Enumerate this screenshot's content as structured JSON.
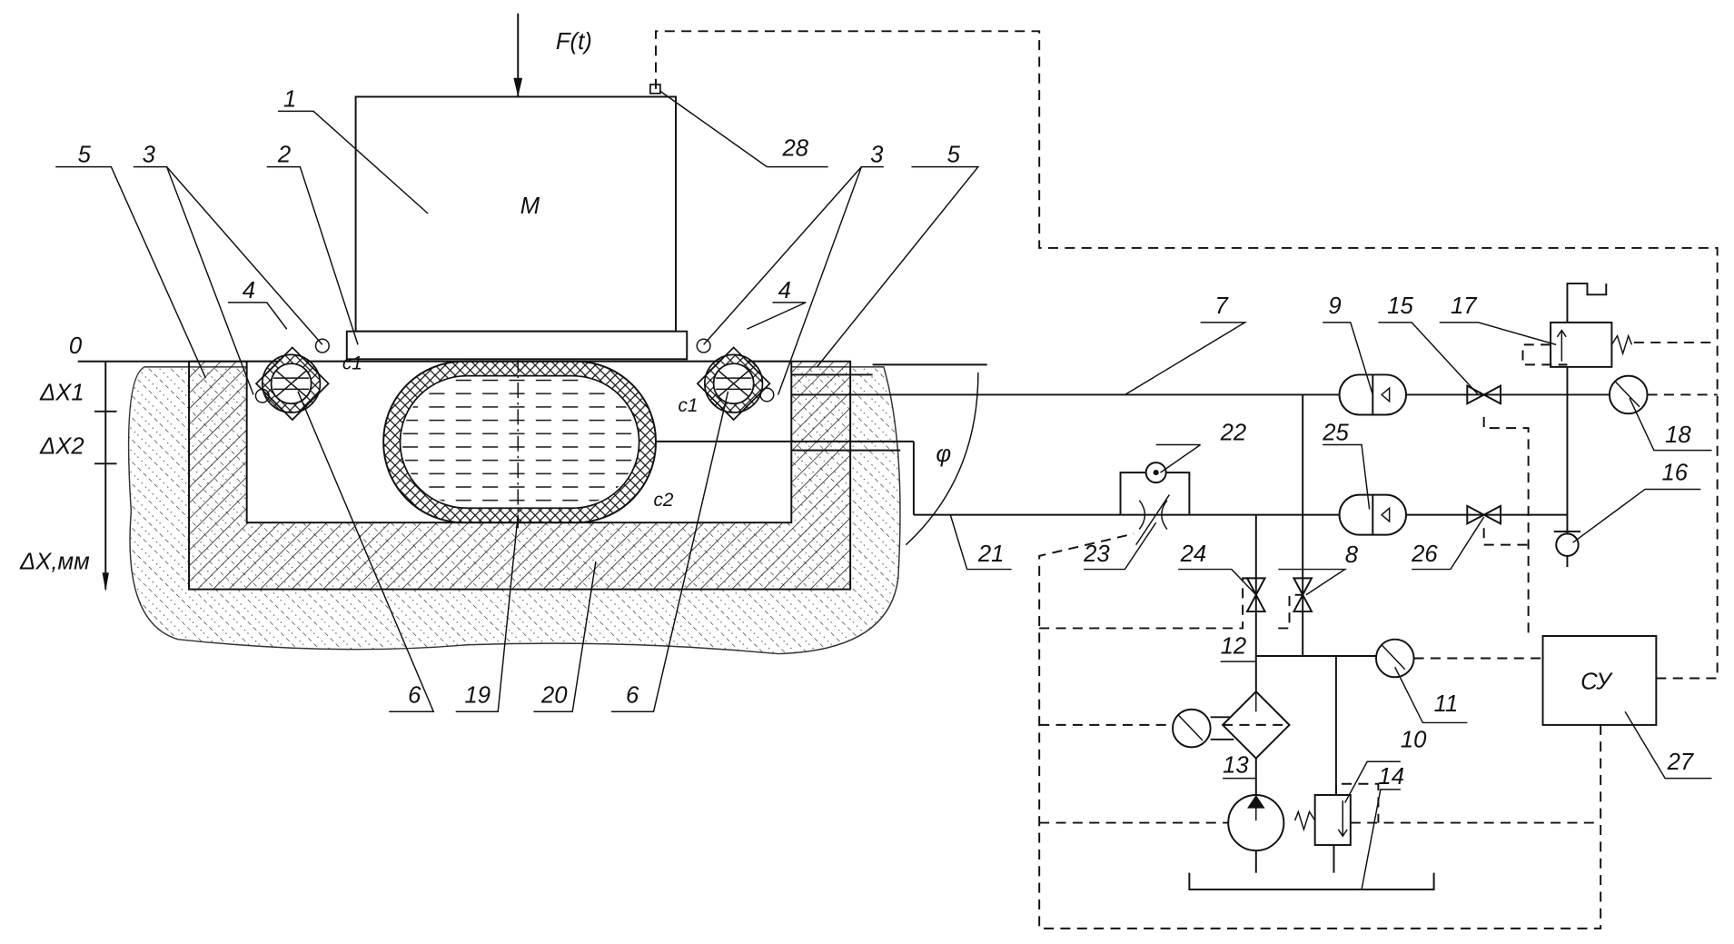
{
  "diagram": {
    "force_label": "F(t)",
    "mass_label": "M",
    "stiffness_c1": "c1",
    "stiffness_c2": "c2",
    "angle_label": "φ",
    "control_unit_label": "СУ",
    "axis": {
      "zero": "0",
      "dx1": "ΔX1",
      "dx2": "ΔX2",
      "dx": "ΔX,мм"
    },
    "callouts": [
      "1",
      "2",
      "3",
      "3",
      "4",
      "4",
      "5",
      "5",
      "6",
      "6",
      "7",
      "8",
      "9",
      "10",
      "11",
      "12",
      "13",
      "14",
      "15",
      "16",
      "17",
      "18",
      "19",
      "20",
      "21",
      "22",
      "23",
      "24",
      "25",
      "26",
      "27",
      "28"
    ]
  }
}
